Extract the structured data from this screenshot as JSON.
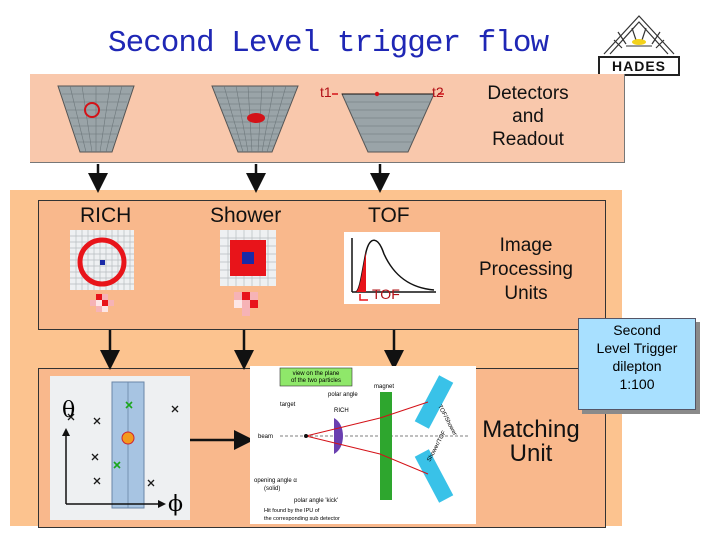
{
  "title": "Second Level trigger flow",
  "logo": {
    "name": "hades-logo",
    "text": "HADES"
  },
  "detectors": {
    "label_lines": [
      "Detectors",
      "and",
      "Readout"
    ],
    "time_labels": [
      "t1",
      "t2"
    ]
  },
  "ipu": {
    "modules": [
      "RICH",
      "Shower",
      "TOF"
    ],
    "tof_axis_label": "TOF",
    "label_lines": [
      "Image",
      "Processing",
      "Units"
    ]
  },
  "matching": {
    "label_lines": [
      "Matching",
      "Unit"
    ],
    "axis_theta": "θ",
    "axis_phi": "ϕ",
    "schematic": {
      "box_label": [
        "view on the plane",
        "of the two particles"
      ],
      "target": "target",
      "polar_angle": "polar angle",
      "rich": "RICH",
      "magnet": "magnet",
      "tof_shower": "TOF/Shower",
      "shower_tof": "Shower/TOF",
      "beam": "beam",
      "opening_angle": [
        "opening angle α",
        "(solid)"
      ],
      "kick": "polar angle 'kick'",
      "footnote": [
        "Hit found by the IPU of",
        "the corresponding sub detector"
      ]
    }
  },
  "callout": {
    "lines": [
      "Second",
      "Level Trigger",
      "dilepton",
      "1:100"
    ]
  },
  "colors": {
    "title": "#1f27b5",
    "detector_band": "#f9c8ac",
    "outer_frame": "#fcc38f",
    "box_fill": "#f9b88c",
    "callout": "#a8e0ff",
    "ring": "#e8141a",
    "highlight": "#1a2aa8"
  }
}
